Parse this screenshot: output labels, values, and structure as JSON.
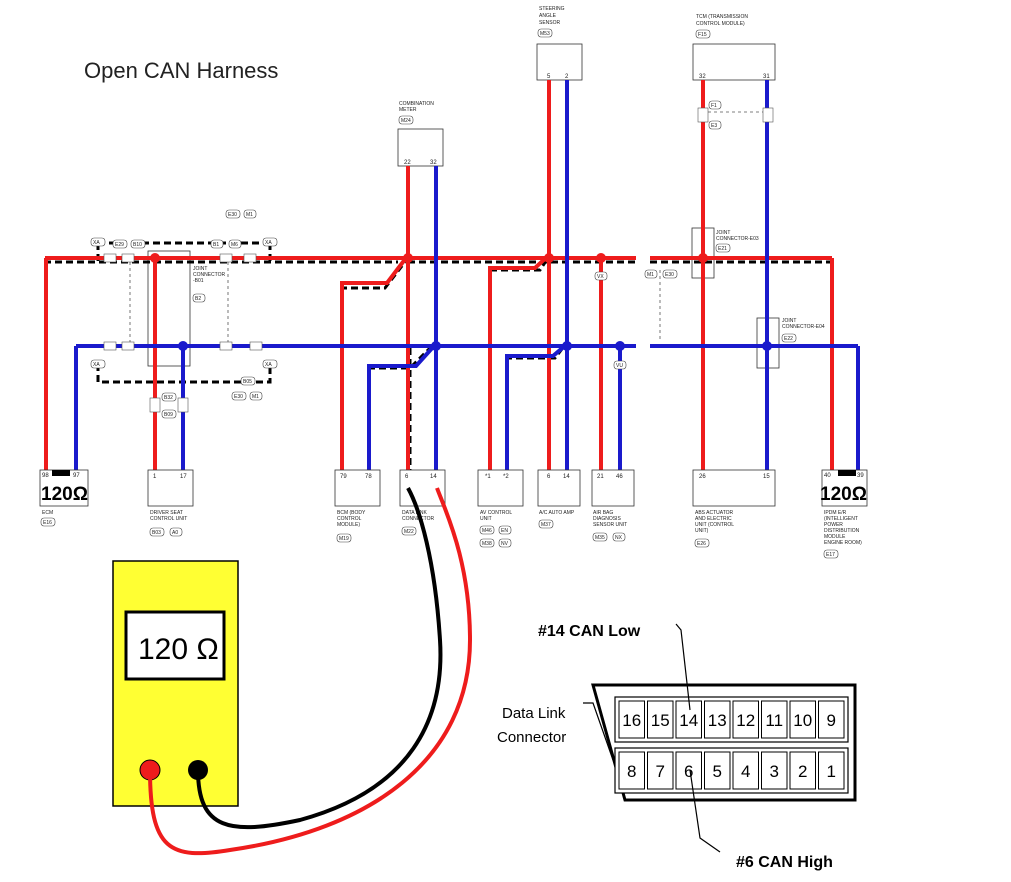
{
  "title": "Open CAN Harness",
  "colors": {
    "can_high": "#ee1c1c",
    "can_low": "#1a1acc",
    "meter_body": "#ffff33",
    "probe_red": "#ee1c1c",
    "probe_black": "#000000"
  },
  "terminating_resistors": {
    "ecm": "120Ω",
    "ipdm": "120Ω"
  },
  "modules": {
    "steering": {
      "name": "STEERING ANGLE SENSOR",
      "line1": "STEERING",
      "line2": "ANGLE",
      "line3": "SENSOR",
      "id": "M53",
      "pins": [
        "5",
        "2"
      ]
    },
    "tcm": {
      "line1": "TCM (TRANSMISSION",
      "line2": "CONTROL MODULE)",
      "id": "F15",
      "pins": [
        "32",
        "31"
      ]
    },
    "combination_meter": {
      "line1": "COMBINATION",
      "line2": "METER",
      "id": "M24",
      "pins": [
        "22",
        "32"
      ]
    },
    "ecm": {
      "name": "ECM",
      "id": "E16",
      "pins": [
        "98",
        "97"
      ]
    },
    "driver_seat": {
      "line1": "DRIVER SEAT",
      "line2": "CONTROL UNIT",
      "id1": "B03",
      "id2": "A0",
      "pins": [
        "1",
        "17"
      ]
    },
    "bcm": {
      "line1": "BCM (BODY",
      "line2": "CONTROL",
      "line3": "MODULE)",
      "id": "M19",
      "pins": [
        "79",
        "78"
      ]
    },
    "dlc": {
      "line1": "DATA LINK",
      "line2": "CONNECTOR",
      "id": "M22",
      "pins": [
        "6",
        "14"
      ]
    },
    "av": {
      "line1": "AV CONTROL",
      "line2": "UNIT",
      "id1": "M46",
      "id2": "EN",
      "id3": "M38",
      "id4": "NV",
      "pins": [
        "*1",
        "*2"
      ]
    },
    "ac": {
      "line1": "A/C AUTO AMP",
      "id": "M37",
      "pins": [
        "6",
        "14"
      ]
    },
    "airbag": {
      "line1": "AIR BAG",
      "line2": "DIAGNOSIS",
      "line3": "SENSOR UNIT",
      "id1": "M35",
      "id2": "NX",
      "pins": [
        "21",
        "46"
      ]
    },
    "abs": {
      "line1": "ABS ACTUATOR",
      "line2": "AND ELECTRIC",
      "line3": "UNIT (CONTROL",
      "line4": "UNIT)",
      "id": "E26",
      "pins": [
        "26",
        "15"
      ]
    },
    "ipdm": {
      "line1": "IPDM E/R",
      "line2": "(INTELLIGENT",
      "line3": "POWER",
      "line4": "DISTRIBUTION",
      "line5": "MODULE",
      "line6": "ENGINE ROOM)",
      "id": "E17",
      "pins": [
        "40",
        "39"
      ]
    }
  },
  "joints": {
    "b01": {
      "line1": "JOINT",
      "line2": "CONNECTOR",
      "line3": "-B01",
      "id": "B2"
    },
    "e03": {
      "line1": "JOINT",
      "line2": "CONNECTOR-E03",
      "id": "E21"
    },
    "e04": {
      "line1": "JOINT",
      "line2": "CONNECTOR-E04",
      "id": "E22"
    }
  },
  "tags": {
    "e30": "E30",
    "m1": "M1",
    "xa": "XA",
    "e29": "E29",
    "b10": "B10",
    "b1": "B1",
    "m6": "M6",
    "b32": "B32",
    "b09": "B09",
    "b05": "B05",
    "f1": "F1",
    "e3": "E3",
    "vx": "VX",
    "vu": "VU"
  },
  "meter": {
    "reading": "120 Ω"
  },
  "connector": {
    "label_line1": "Data Link",
    "label_line2": "Connector",
    "top_row": [
      "16",
      "15",
      "14",
      "13",
      "12",
      "11",
      "10",
      "9"
    ],
    "bottom_row": [
      "8",
      "7",
      "6",
      "5",
      "4",
      "3",
      "2",
      "1"
    ],
    "can_low": "#14 CAN Low",
    "can_high": "#6 CAN High"
  }
}
